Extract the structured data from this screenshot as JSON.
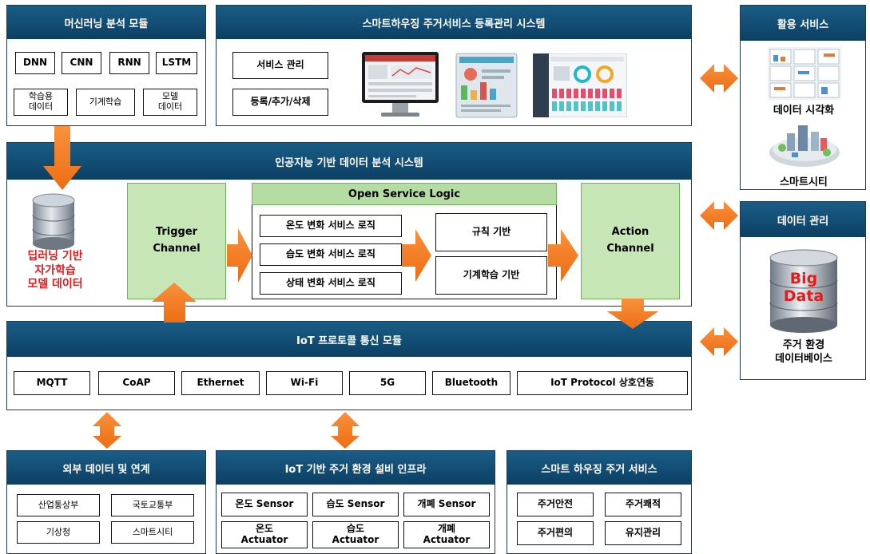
{
  "ml_module": {
    "title": "머신러닝 분석 모듈",
    "row1": [
      "DNN",
      "CNN",
      "RNN",
      "LSTM"
    ],
    "row2": [
      "학습용\n데이터",
      "기계학습",
      "모델\n데이터"
    ]
  },
  "smart_housing": {
    "title": "스마트하우징 주거서비스 등록관리 시스템",
    "service_mgmt": "서비스 관리",
    "register": "등록/추가/삭제"
  },
  "utilization": {
    "title": "활용 서비스",
    "visualization": "데이터 시각화",
    "smart_city": "스마트시티"
  },
  "ai_system": {
    "title": "인공지능 기반 데이터 분석 시스템",
    "dl_label": "딥러닝 기반\n자가학습\n모델 데이터",
    "trigger": "Trigger\nChannel",
    "osl_title": "Open Service Logic",
    "logics": [
      "온도 변화 서비스 로직",
      "습도 변화 서비스 로직",
      "상태 변화 서비스 로직"
    ],
    "rule": "규칙 기반",
    "ml_based": "기계학습 기반",
    "action": "Action\nChannel"
  },
  "data_mgmt": {
    "title": "데이터 관리",
    "big_data": "Big\nData",
    "caption": "주거 환경\n데이터베이스"
  },
  "iot_protocol": {
    "title": "IoT 프로토콜 통신 모듈",
    "items": [
      "MQTT",
      "CoAP",
      "Ethernet",
      "Wi-Fi",
      "5G",
      "Bluetooth",
      "IoT Protocol 상호연동"
    ]
  },
  "external": {
    "title": "외부 데이터 및 연계",
    "items": [
      "산업통상부",
      "국토교통부",
      "기상청",
      "스마트시티"
    ]
  },
  "iot_infra": {
    "title": "IoT 기반 주거 환경 설비 인프라",
    "items": [
      "온도 Sensor",
      "습도 Sensor",
      "개폐 Sensor",
      "온도\nActuator",
      "습도\nActuator",
      "개폐\nActuator"
    ]
  },
  "smart_service": {
    "title": "스마트 하우징 주거 서비스",
    "items": [
      "주거안전",
      "주거쾌적",
      "주거편의",
      "유지관리"
    ]
  },
  "colors": {
    "header": "#0c3f63",
    "arrow": "#f47b20",
    "green": "#c6e7b5",
    "red_text": "#e31b1b"
  }
}
